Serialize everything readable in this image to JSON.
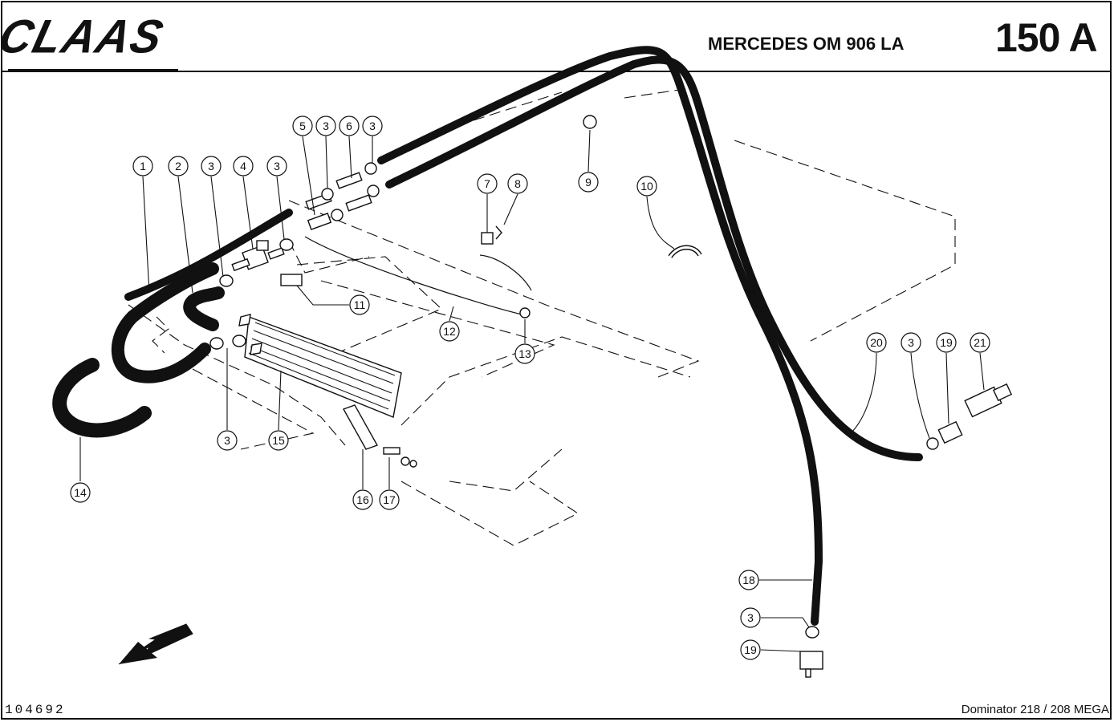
{
  "header": {
    "brand": "CLAAS",
    "engine": "MERCEDES OM 906 LA",
    "page": "150 A"
  },
  "footer": {
    "drawing_number": "104692",
    "model": "Dominator 218 / 208 MEGA"
  },
  "callouts": [
    "1",
    "2",
    "3",
    "4",
    "3",
    "5",
    "3",
    "6",
    "3",
    "7",
    "8",
    "9",
    "10",
    "11",
    "12",
    "13",
    "20",
    "3",
    "19",
    "21",
    "3",
    "15",
    "14",
    "16",
    "17",
    "18",
    "3",
    "19"
  ],
  "icons": {
    "direction_arrow": "arrow-down-left-icon"
  }
}
